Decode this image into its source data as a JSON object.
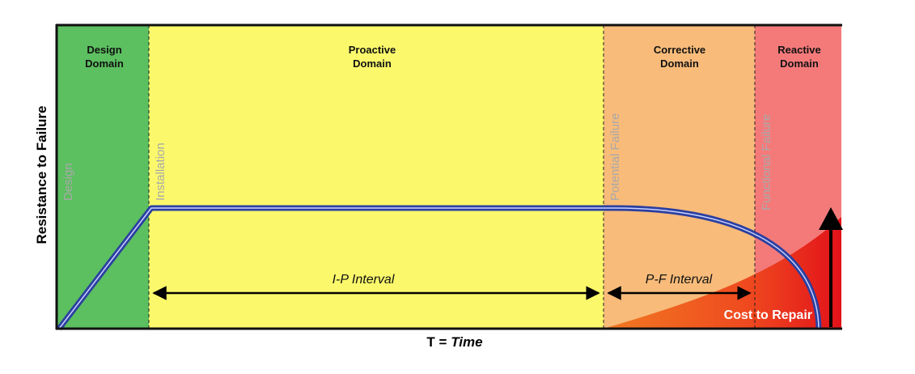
{
  "domains": [
    {
      "line1": "Design",
      "line2": "Domain",
      "color": "#5cbf60"
    },
    {
      "line1": "Proactive",
      "line2": "Domain",
      "color": "#fbf96b"
    },
    {
      "line1": "Corrective",
      "line2": "Domain",
      "color": "#f8bb7a"
    },
    {
      "line1": "Reactive",
      "line2": "Domain",
      "color": "#f47a7a"
    }
  ],
  "milestones": [
    "Design",
    "Installation",
    "Potential Failure",
    "Functional Failure"
  ],
  "intervals": {
    "ip": "I-P Interval",
    "pf": "P-F Interval"
  },
  "cost_label": "Cost to Repair",
  "axes": {
    "y_label": "Resistance to Failure",
    "x_label_prefix": "T = ",
    "x_label_emphasis": "Time"
  },
  "colors": {
    "curve": "#2b3fa0",
    "curve_highlight": "#c9d2ff",
    "cost_dark": "#e8201a",
    "cost_light": "#f06a1e",
    "frame": "#111111"
  }
}
